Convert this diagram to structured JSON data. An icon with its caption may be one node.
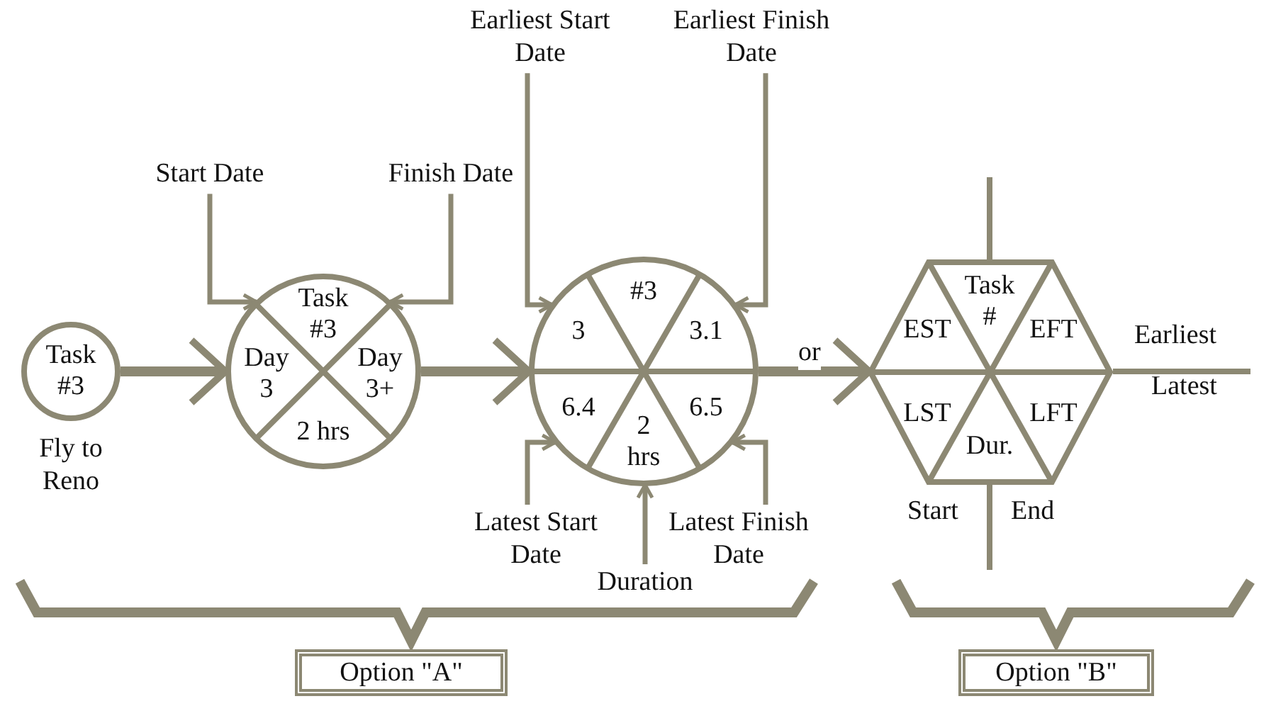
{
  "diagram": {
    "nodes": [
      {
        "text": [
          "Task #3"
        ],
        "beside": [
          "Fly to Reno"
        ]
      },
      {
        "text": [
          "Start Date"
        ]
      },
      {
        "text": [
          "Finish Date"
        ]
      },
      {
        "text": [
          "Task #3",
          "Day 3",
          "Day 3+",
          "2 hrs"
        ]
      },
      {
        "text": [
          "Earliest Start Date"
        ]
      },
      {
        "text": [
          "Earliest Finish Date"
        ]
      },
      {
        "text": [
          "#3",
          "3",
          "3.1",
          "6.4",
          "2 hrs",
          "6.5"
        ]
      },
      {
        "text": [
          "Latest Start Date"
        ]
      },
      {
        "text": [
          "Duration"
        ]
      },
      {
        "text": [
          "Latest Finish Date"
        ]
      },
      {
        "text": [
          "Task #",
          "EST",
          "EFT",
          "LST",
          "LFT",
          "Dur."
        ]
      },
      {
        "text": [
          "Option \"A\""
        ]
      },
      {
        "text": [
          "Option \"B\""
        ]
      }
    ],
    "edges": [
      {
        "from": 0,
        "to": 3,
        "arrow": "to",
        "style": "thick"
      },
      {
        "from": 3,
        "to": 6,
        "arrow": "to",
        "style": "thick"
      },
      {
        "from": 6,
        "to": 10,
        "arrow": "to",
        "label": "or",
        "style": "thick"
      },
      {
        "from": 1,
        "to": 3,
        "arrow": "to"
      },
      {
        "from": 2,
        "to": 3,
        "arrow": "to"
      },
      {
        "from": 4,
        "to": 6,
        "arrow": "to"
      },
      {
        "from": 5,
        "to": 6,
        "arrow": "to"
      },
      {
        "from": 7,
        "to": 6,
        "arrow": "to"
      },
      {
        "from": 8,
        "to": 6,
        "arrow": "to"
      },
      {
        "from": 9,
        "to": 6,
        "arrow": "to"
      }
    ],
    "labels": [
      "Earliest",
      "Latest",
      "Start",
      "End"
    ]
  }
}
